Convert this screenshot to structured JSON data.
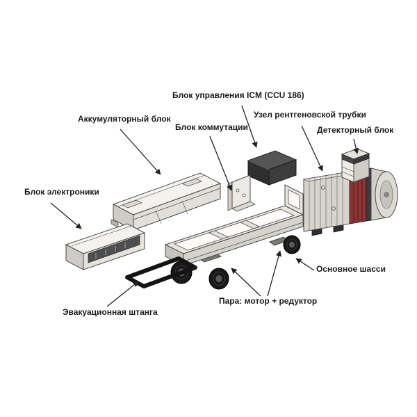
{
  "figure": {
    "type": "exploded-technical-diagram",
    "labels": {
      "icm_control_unit": "Блок управления ICM (CCU 186)",
      "battery_unit": "Аккумуляторный блок",
      "switching_unit": "Блок коммутации",
      "xray_tube_assembly": "Узел рентгеновской трубки",
      "detector_unit": "Детекторный блок",
      "electronics_unit": "Блок электроники",
      "main_chassis": "Основное шасси",
      "motor_gearbox_pair": "Пара: мотор + редуктор",
      "evacuation_rod": "Эвакуационная штанга"
    },
    "colors": {
      "outline": "#4a4a4a",
      "arrow": "#222222",
      "body_light": "#f4f2ee",
      "body_mid": "#d9d6d0",
      "body_dark": "#c6c3bc",
      "unit_dark": "#2f2f2f",
      "wheel_black": "#181818",
      "coil_red": "#8e3434"
    }
  }
}
